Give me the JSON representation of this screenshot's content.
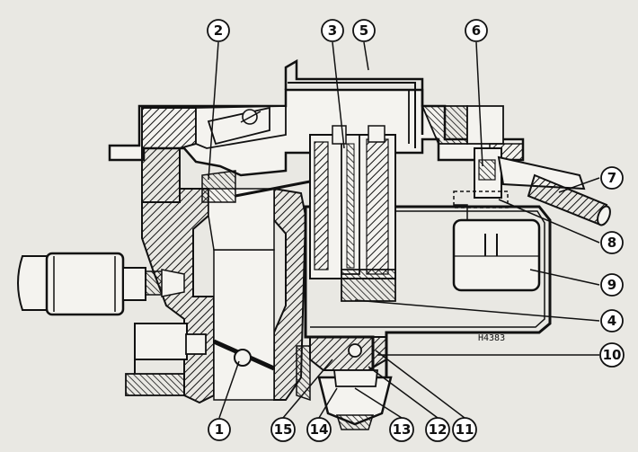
{
  "figure_code": "H4383",
  "callouts": [
    {
      "id": "c1",
      "label": "1"
    },
    {
      "id": "c2",
      "label": "2"
    },
    {
      "id": "c3",
      "label": "3"
    },
    {
      "id": "c4",
      "label": "4"
    },
    {
      "id": "c5",
      "label": "5"
    },
    {
      "id": "c6",
      "label": "6"
    },
    {
      "id": "c7",
      "label": "7"
    },
    {
      "id": "c8",
      "label": "8"
    },
    {
      "id": "c9",
      "label": "9"
    },
    {
      "id": "c10",
      "label": "10"
    },
    {
      "id": "c11",
      "label": "11"
    },
    {
      "id": "c12",
      "label": "12"
    },
    {
      "id": "c13",
      "label": "13"
    },
    {
      "id": "c14",
      "label": "14"
    },
    {
      "id": "c15",
      "label": "15"
    }
  ],
  "colors": {
    "ink": "#111111",
    "paper": "#e9e8e3",
    "part_fill": "#f4f3ef"
  }
}
